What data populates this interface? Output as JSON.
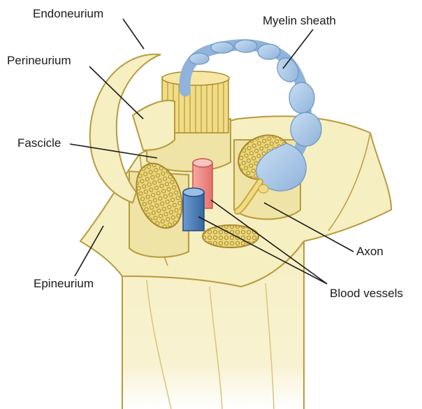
{
  "labels": {
    "endoneurium": "Endoneurium",
    "perineurium": "Perineurium",
    "fascicle": "Fascicle",
    "epineurium": "Epineurium",
    "myelin_sheath": "Myelin sheath",
    "axon": "Axon",
    "blood_vessels": "Blood vessels"
  },
  "colors": {
    "connective_tissue": "#f6efc2",
    "tissue_outline": "#b79a3c",
    "fascicle_mesh": "#e9d276",
    "myelin": "#a9c8e8",
    "artery": "#f08c86",
    "vein": "#4a7fbf",
    "axon": "#f1dc86"
  }
}
